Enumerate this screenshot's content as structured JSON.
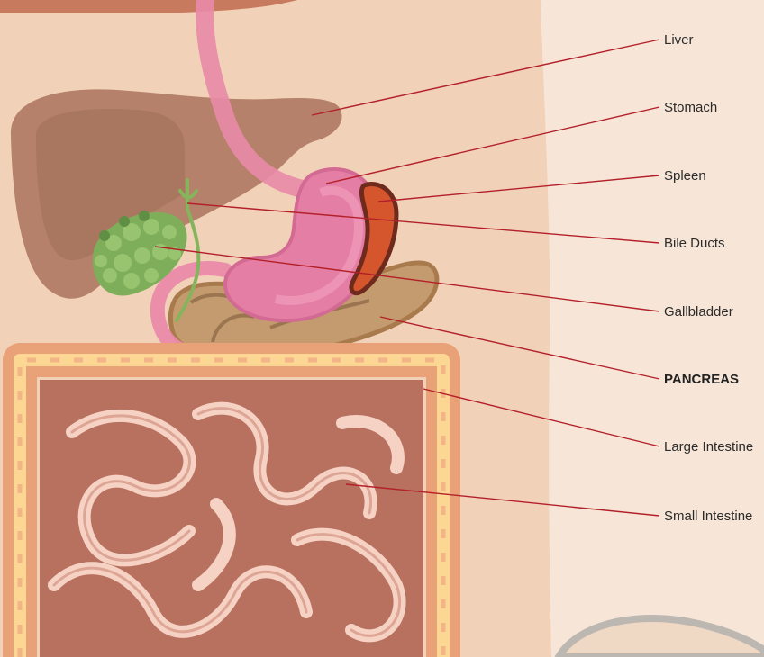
{
  "labels": {
    "liver": "Liver",
    "stomach": "Stomach",
    "spleen": "Spleen",
    "bile_ducts": "Bile Ducts",
    "gallbladder": "Gallbladder",
    "pancreas": "PANCREAS",
    "large_intestine": "Large Intestine",
    "small_intestine": "Small Intestine"
  },
  "highlighted_label": "pancreas",
  "colors": {
    "background": "#f7e6d7",
    "body_skin": "#f1d1b8",
    "leader_line": "#b3202a",
    "liver": "#b07a63",
    "stomach": "#e57ea5",
    "esophagus": "#e98aa8",
    "spleen": "#d5562c",
    "spleen_outline": "#6f2a1e",
    "gallbladder": "#7fae5a",
    "bile_ducts": "#86b45c",
    "pancreas": "#c49b6e",
    "large_intestine_outer": "#e9a278",
    "large_intestine_inner": "#fbd793",
    "small_intestine_fill": "#b8705f",
    "small_intestine_loops": "#f5d2c3"
  }
}
